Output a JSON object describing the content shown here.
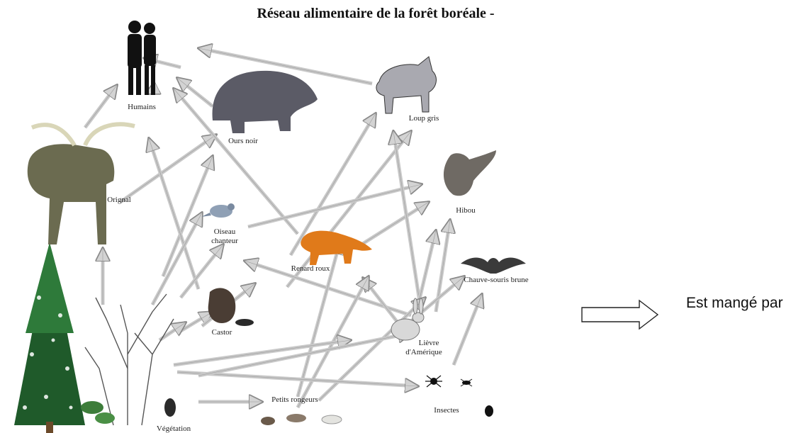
{
  "title": "Réseau alimentaire de la forêt boréale -",
  "legend": {
    "label": "Est mangé par",
    "icon": "hollow-right-arrow-icon"
  },
  "colors": {
    "arrow_fill": "#d3d3d3",
    "arrow_stroke": "#888888",
    "fox": "#e07a1a",
    "tree": "#1f5a2a"
  },
  "organisms": [
    {
      "id": "humains",
      "label": "Humains",
      "icon": "humans-icon"
    },
    {
      "id": "ours",
      "label": "Ours noir",
      "icon": "black-bear-icon"
    },
    {
      "id": "loup",
      "label": "Loup gris",
      "icon": "gray-wolf-icon"
    },
    {
      "id": "orignal",
      "label": "Orignal",
      "icon": "moose-icon"
    },
    {
      "id": "hibou",
      "label": "Hibou",
      "icon": "owl-icon"
    },
    {
      "id": "oiseau",
      "label": "Oiseau chanteur",
      "icon": "songbird-icon"
    },
    {
      "id": "renard",
      "label": "Renard roux",
      "icon": "red-fox-icon"
    },
    {
      "id": "chauvesouris",
      "label": "Chauve-souris brune",
      "icon": "brown-bat-icon"
    },
    {
      "id": "castor",
      "label": "Castor",
      "icon": "beaver-icon"
    },
    {
      "id": "lievre",
      "label": "Lièvre d'Amérique",
      "icon": "hare-icon"
    },
    {
      "id": "rongeurs",
      "label": "Petits rongeurs",
      "icon": "rodents-icon"
    },
    {
      "id": "insectes",
      "label": "Insectes",
      "icon": "insects-icon"
    },
    {
      "id": "vegetation",
      "label": "Végétation",
      "icon": "vegetation-icon"
    }
  ]
}
